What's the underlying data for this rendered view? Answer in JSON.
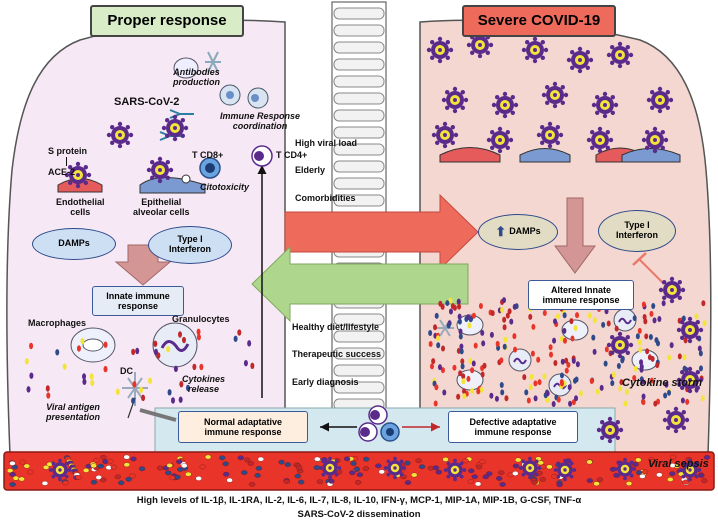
{
  "headers": {
    "left": "Proper response",
    "right": "Severe COVID-19"
  },
  "left": {
    "antibodies": "Antibodies\nproduction",
    "virus": "SARS-CoV-2",
    "immune_coord": "Immune Response\ncoordination",
    "s_protein": "S protein",
    "ace2": "ACE-2",
    "tcd8": "T CD8+",
    "tcd4": "T CD4+",
    "citotoxicity": "Citotoxicity",
    "endothelial": "Endothelial\ncells",
    "epithelial": "Epithelial\nalveolar cells",
    "damps": "DAMPs",
    "type1": "Type I\nInterferon",
    "innate": "Innate immune\nresponse",
    "macrophages": "Macrophages",
    "granulocytes": "Granulocytes",
    "dc": "DC",
    "cytokines": "Cytokines\nrelease",
    "viral_antigen": "Viral antigen\npresentation"
  },
  "center": {
    "risk_factors": [
      "High viral load",
      "Elderly",
      "Comorbidities"
    ],
    "protective_factors": [
      "Healthy diet/lifestyle",
      "Therapeutic success",
      "Early diagnosis"
    ]
  },
  "right": {
    "damps": "DAMPs",
    "type1": "Type I\nInterferon",
    "altered": "Altered Innate\nimmune response",
    "cytokine_storm": "Cytokine storm",
    "viral_sepsis": "Viral sepsis"
  },
  "bottom": {
    "normal": "Normal adaptative\nimmune response",
    "defective": "Defective adaptative\nimmune response",
    "caption_line1": "High levels of IL-1β, IL-1RA, IL-2, IL-6, IL-7, IL-8, IL-10, IFN-γ, MCP-1, MIP-1A, MIP-1B, G-CSF, TNF-α",
    "caption_line2": "SARS-CoV-2 dissemination"
  },
  "colors": {
    "left_lung": "#f6e8f4",
    "right_lung": "#f4d7d0",
    "left_header": "#d8edc7",
    "right_header": "#ee6b5c",
    "big_arrow_right": "#ee6b5c",
    "big_arrow_left": "#aed68d",
    "down_arrow": "#d49595",
    "pill_blue": "#cde0f3",
    "pill_olive": "#e3dcc5",
    "vessel": "#e9342a",
    "virus_purple": "#5b2b8c",
    "virus_yellow": "#f3e43a"
  }
}
